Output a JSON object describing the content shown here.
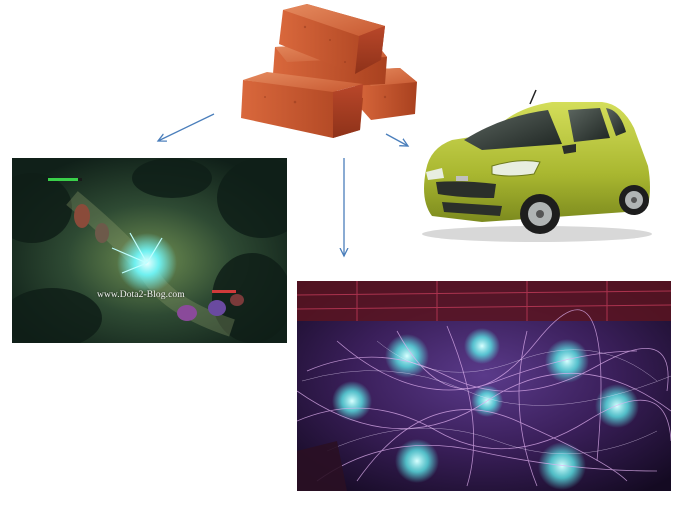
{
  "diagram": {
    "source": {
      "icon": "brick-stack-icon",
      "color": "#c8552e"
    },
    "targets": [
      {
        "icon": "video-game-screenshot",
        "watermark": "www.Dota2-Blog.com"
      },
      {
        "icon": "car-icon",
        "color": "#b7c43a"
      },
      {
        "icon": "fusion-machine-photo",
        "color": "#5ae6e6"
      }
    ],
    "arrow_color": "#4a7ebb"
  }
}
